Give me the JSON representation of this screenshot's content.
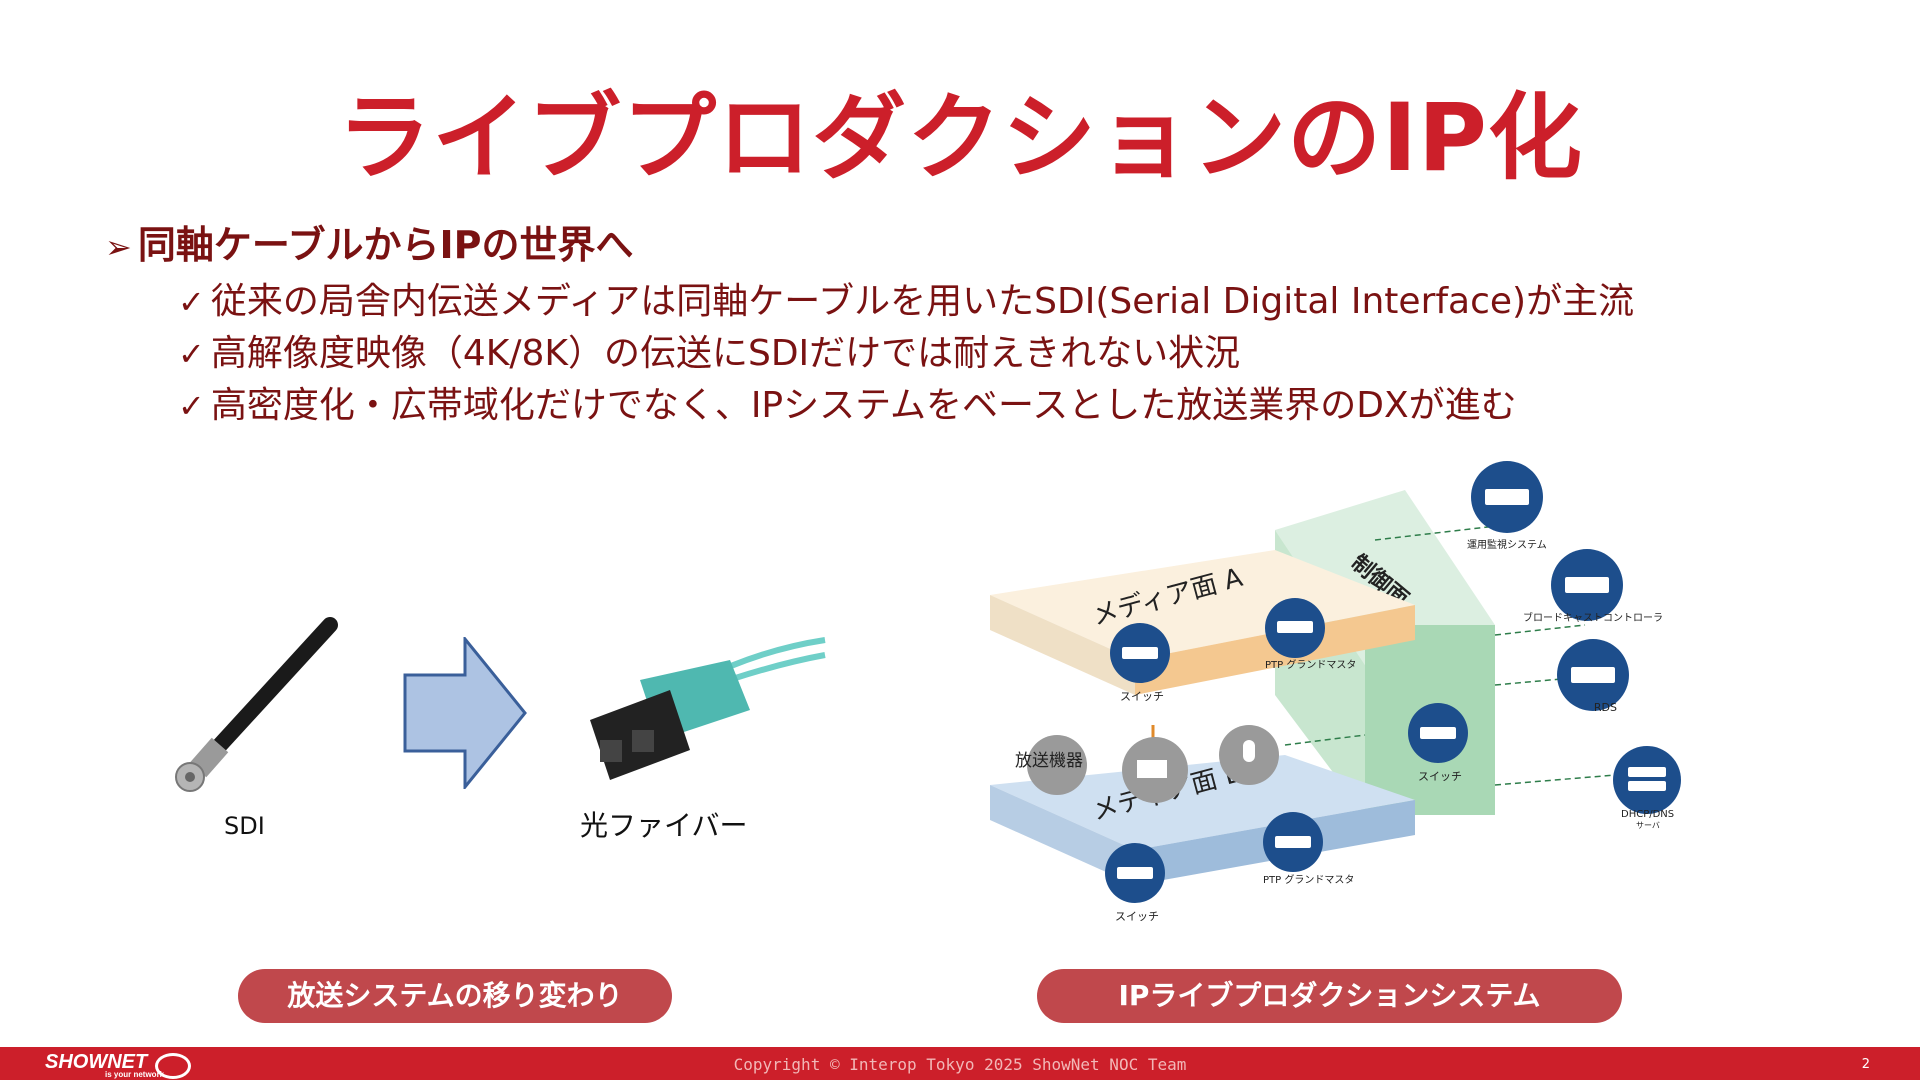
{
  "title": "ライブプロダクションのIP化",
  "main_bullet": "同軸ケーブルからIPの世界へ",
  "sub_bullets": [
    "従来の局舎内伝送メディアは同軸ケーブルを用いたSDI(Serial Digital Interface)が主流",
    "高解像度映像（4K/8K）の伝送にSDIだけでは耐えきれない状況",
    "高密度化・広帯域化だけでなく、IPシステムをベースとした放送業界のDXが進む"
  ],
  "left": {
    "sdi_caption": "SDI",
    "fiber_caption": "光ファイバー",
    "pill": "放送システムの移り変わり"
  },
  "diagram": {
    "plane_a": "メディア面 A",
    "plane_b": "メディア面 B",
    "control_plane": "制御面",
    "switch_a": "スイッチ",
    "ptp_a": "PTP グランドマスタ",
    "switch_b": "スイッチ",
    "ptp_b": "PTP グランドマスタ",
    "switch_ctrl": "スイッチ",
    "broadcast_equip": "放送機器",
    "ops": "運用監視システム",
    "bc": "ブロードキャストコントローラ",
    "rds": "RDS",
    "dhcp": "DHCP/DNS",
    "dhcp_sub": "サーバ",
    "pill": "IPライブプロダクションシステム"
  },
  "footer": {
    "logo": "SHOWNET",
    "tagline": "is your network.",
    "copyright": "Copyright © Interop Tokyo 2025 ShowNet NOC Team",
    "page": "2"
  },
  "colors": {
    "accent": "#cc1f2a",
    "text_dark": "#7a1212",
    "pill": "#c0484c",
    "icon_blue": "#1d4e8c"
  }
}
